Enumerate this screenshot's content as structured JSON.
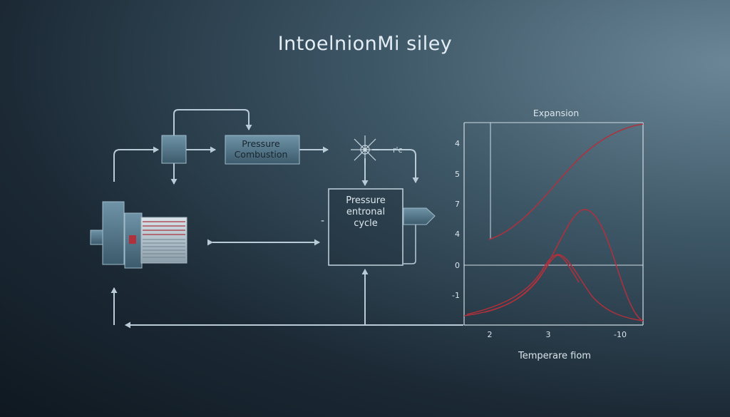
{
  "title": "IntoelnionMi siley",
  "diagram": {
    "box_pressure_combustion": [
      "Pressure",
      "Combustion"
    ],
    "box_cycle": [
      "Pressure",
      "entronal",
      "cycle"
    ],
    "rc_label": "r'c",
    "dash_label": "-"
  },
  "chart_data": {
    "type": "line",
    "title": "Expansion",
    "xlabel": "Temperare fiom",
    "ylabel": "",
    "y_ticks": [
      "4",
      "5",
      "7",
      "4",
      "0",
      "-1"
    ],
    "x_ticks": [
      "2",
      "3",
      "-10"
    ],
    "grid": false,
    "legend": "none",
    "series_color": "#b0303c"
  },
  "colors": {
    "background": "#1c2a36",
    "line": "#b9cbd6",
    "box_fill": "#4e7489",
    "curve": "#b0303c"
  }
}
